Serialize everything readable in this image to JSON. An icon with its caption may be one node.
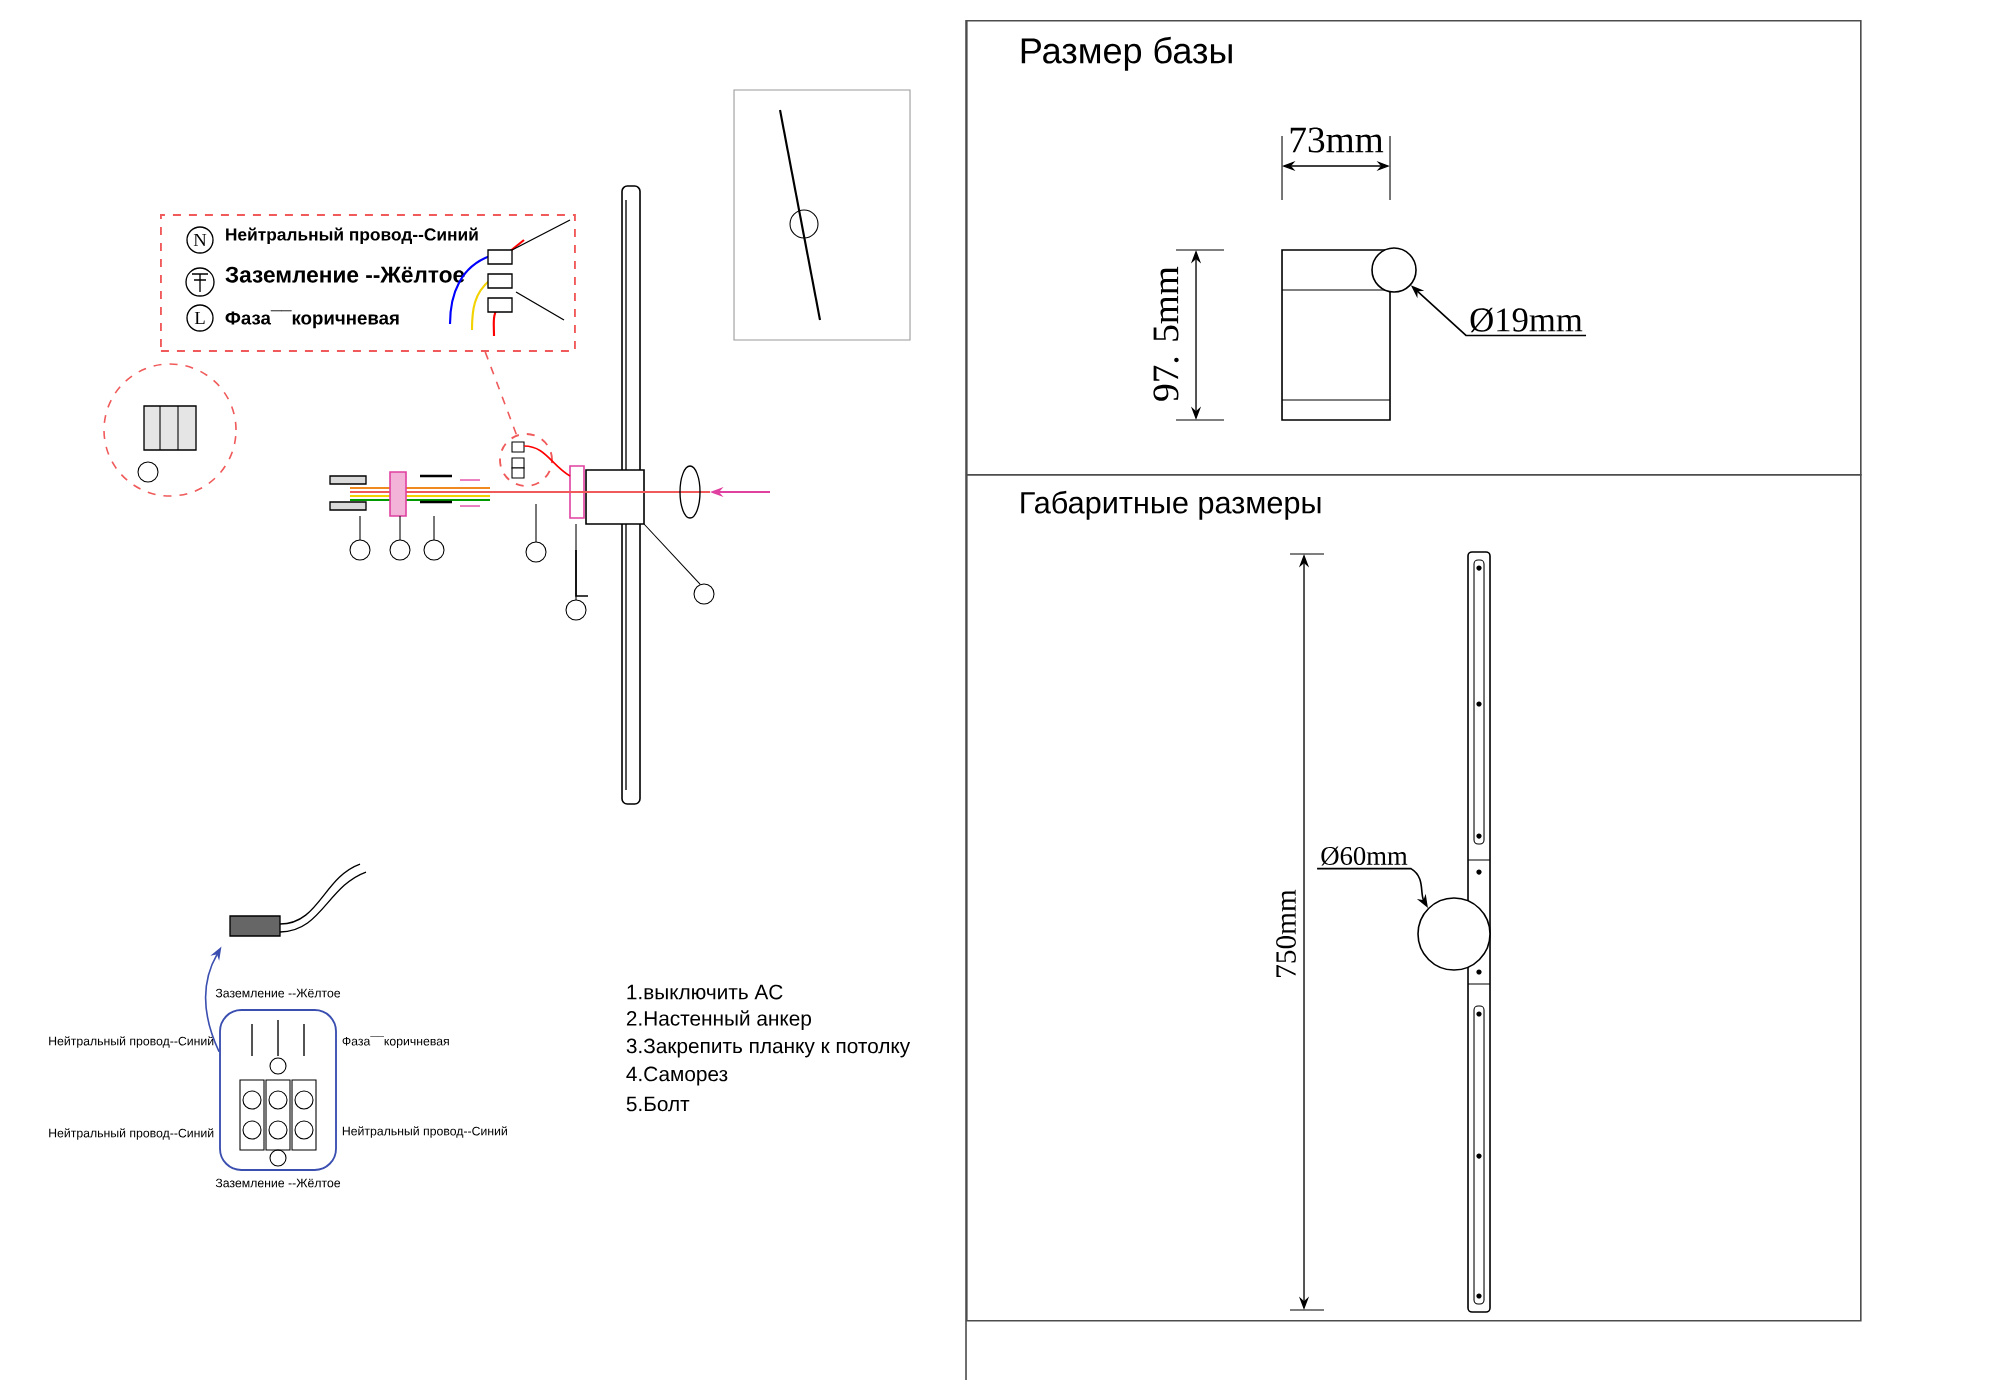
{
  "diagram": {
    "nodes": [
      {
        "text": [
          "Размер базы"
        ]
      },
      {
        "text": [
          "Габаритные размеры"
        ]
      },
      {
        "text": [
          "Нейтральный провод--Синий",
          "Заземление --Жёлтое",
          "Фаза¯¯коричневая"
        ]
      },
      {
        "text": [],
        "shape": "circle"
      },
      {
        "text": [],
        "shape": "circle",
        "in": 0
      },
      {
        "text": [],
        "shape": "circle",
        "in": 1
      },
      {
        "text": [
          "Ø19mm"
        ],
        "in": 0
      },
      {
        "text": [
          "Ø60mm"
        ],
        "in": 1
      },
      {
        "text": [],
        "shape": "box",
        "beside": [
          "Заземление --Жёлтое",
          "Нейтральный провод--Синий",
          "Фаза¯¯коричневая",
          "Нейтральный провод--Синий",
          "Нейтральный провод--Синий",
          "Заземление --Жёлтое"
        ]
      },
      {
        "text": [],
        "shape": "picture"
      }
    ],
    "edges": [
      {
        "from": 2,
        "to": 3,
        "arrow": "none",
        "style": "dashed",
        "color": "#f05a5a"
      },
      {
        "from": 6,
        "to": 4,
        "arrow": "to"
      },
      {
        "from": 7,
        "to": 5,
        "arrow": "to"
      },
      {
        "from": 8,
        "to": 9,
        "arrow": "to",
        "color": "#3b4fb0"
      }
    ],
    "labels": [
      "N",
      "L",
      "73mm",
      "97. 5mm",
      "750mm",
      "1.выключить AC",
      "2.Настенный анкер",
      "3.Закрепить планку к потолку",
      "4.Саморез",
      "5.Болт"
    ]
  }
}
